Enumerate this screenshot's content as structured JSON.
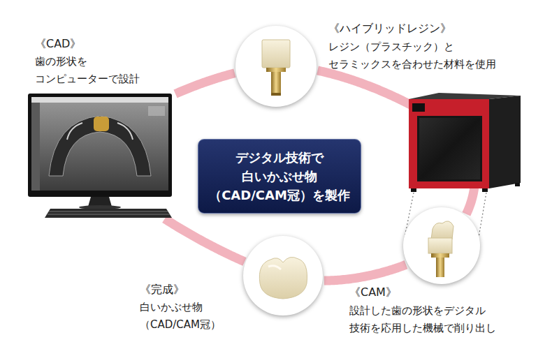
{
  "diagram": {
    "nodes": [
      {
        "text": [
          "《CAD》",
          "歯の形状を コンピューターで設計"
        ]
      },
      {
        "text": [
          "《ハイブリッドレジン》",
          "レジン（プラスチック）と セラミックスを合わせた材料を使用"
        ]
      },
      {
        "text": [
          "デジタル技術で 白いかぶせ物 （CAD/CAM冠）を製作"
        ]
      },
      {
        "text": [
          "《完成》",
          "白いかぶせ物 （CAD/CAM冠）"
        ]
      },
      {
        "text": [
          "《CAM》",
          "設計した歯の形状をデジタル 技術を応用した機械で削り出し"
        ]
      }
    ],
    "edges": [
      {
        "from": 0,
        "to": 1,
        "arrow": "none"
      },
      {
        "from": 1,
        "to": 4,
        "arrow": "none"
      },
      {
        "from": 4,
        "to": 3,
        "arrow": "none"
      },
      {
        "from": 3,
        "to": 0,
        "arrow": "none"
      }
    ]
  }
}
